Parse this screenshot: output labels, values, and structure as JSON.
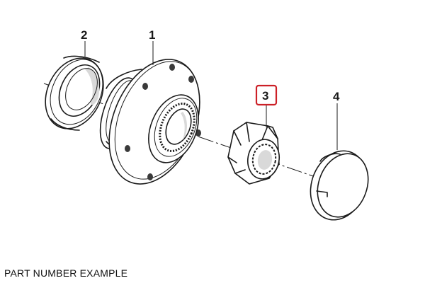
{
  "caption": "PART NUMBER EXAMPLE",
  "callouts": {
    "p1": "1",
    "p2": "2",
    "p3": "3",
    "p4": "4"
  },
  "colors": {
    "highlight": "#cc2027",
    "line": "#1a1a1a"
  },
  "highlighted_part": "3"
}
